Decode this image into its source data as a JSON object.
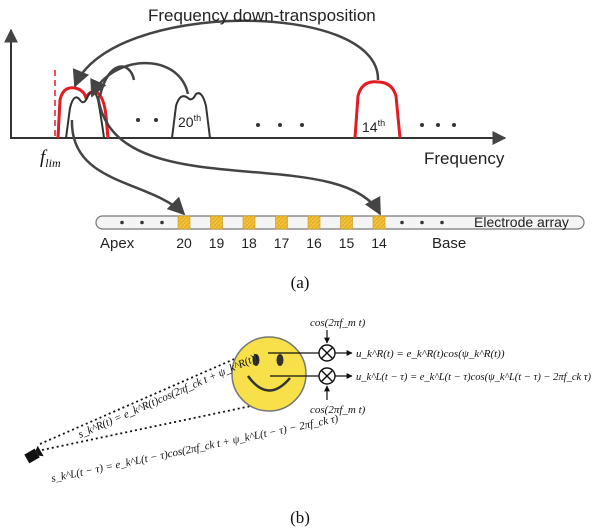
{
  "panel_a": {
    "title": "Frequency down-transposition",
    "x_axis_label": "Frequency",
    "flim_base": "f",
    "flim_sub": "lim",
    "band_20_base": "20",
    "band_20_sup": "th",
    "band_14_base": "14",
    "band_14_sup": "th",
    "electrode_label": "Electrode array",
    "apex_label": "Apex",
    "base_label": "Base",
    "electrode_numbers": [
      "20",
      "19",
      "18",
      "17",
      "16",
      "15",
      "14"
    ],
    "caption": "(a)"
  },
  "panel_b": {
    "cos_top": "cos(2πf_m t)",
    "cos_bottom": "cos(2πf_m t)",
    "u_right": "u_k^R(t) = e_k^R(t)cos(ψ_k^R(t))",
    "u_left": "u_k^L(t − τ) = e_k^L(t − τ)cos(ψ_k^L(t − τ) − 2πf_ck τ)",
    "s_right": "s_k^R(t) = e_k^R(t)cos(2πf_ck t + ψ_k^R(t))",
    "s_left": "s_k^L(t − τ) = e_k^L(t − τ)cos(2πf_ck t + ψ_k^L(t − τ) − 2πf_ck τ)",
    "caption": "(b)"
  },
  "colors": {
    "highlight_red": "#e31b23",
    "electrode_fill": "#f3c23c",
    "face_fill": "#f7e04a",
    "line": "#333333"
  }
}
